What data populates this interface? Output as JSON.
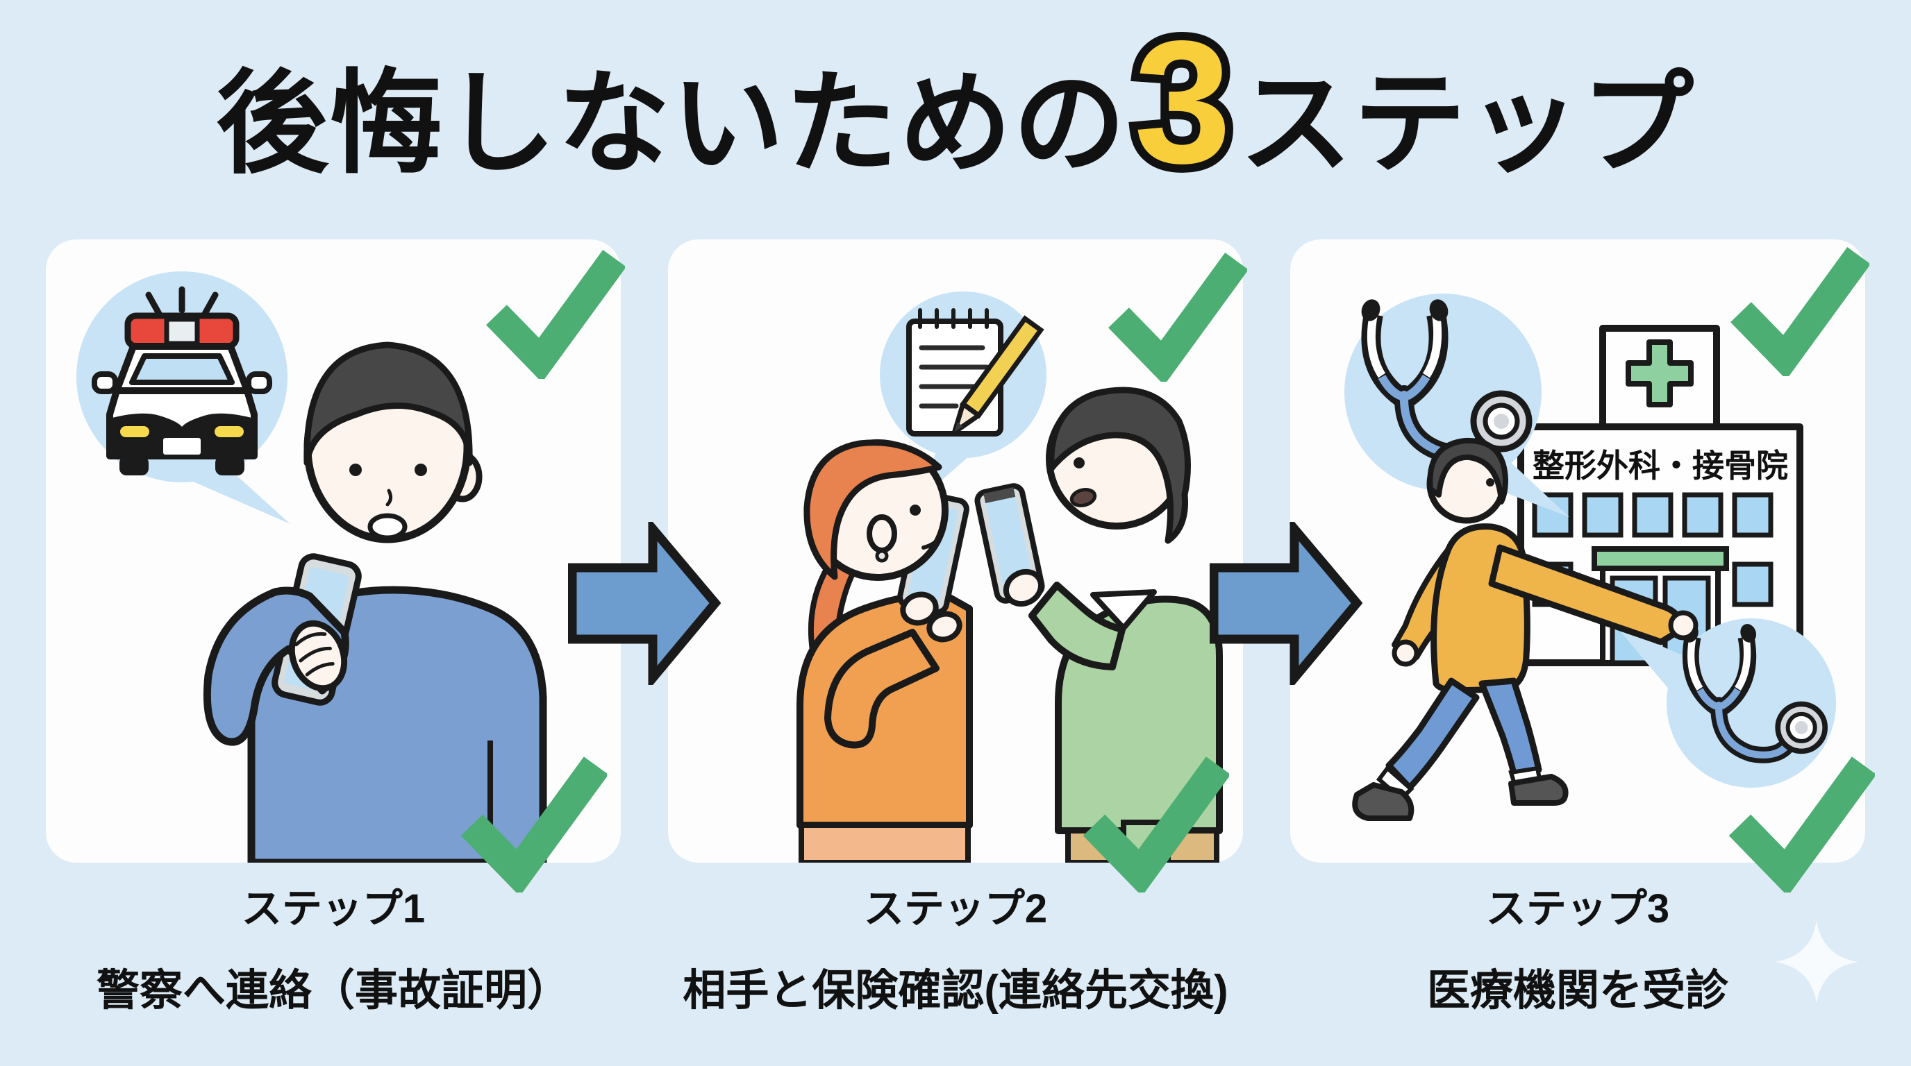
{
  "title": {
    "prefix": "後悔しないための",
    "number": "3",
    "suffix": "ステップ"
  },
  "steps": [
    {
      "label": "ステップ1",
      "description": "警察へ連絡（事故証明）",
      "bubble_icon": "police-car-icon",
      "illustration": "man-calling-police-on-smartphone"
    },
    {
      "label": "ステップ2",
      "description": "相手と保険確認(連絡先交換)",
      "bubble_icon": "notepad-pencil-icon",
      "illustration": "two-people-exchanging-contacts-on-smartphones"
    },
    {
      "label": "ステップ3",
      "description": "医療機関を受診",
      "bubble_icon": "stethoscope-icon",
      "building_sign": "整形外科・接骨院",
      "illustration": "man-walking-to-orthopedic-clinic"
    }
  ],
  "decorations": {
    "checkmarks_per_step": 2,
    "check_icon": "checkmark-icon",
    "arrow_icon": "arrow-right-icon",
    "sparkle_icon": "sparkle-icon"
  },
  "colors": {
    "background": "#dcebf6",
    "panel": "#fdfdfe",
    "check_green": "#4cae72",
    "arrow_blue": "#6d9ccf",
    "number_yellow": "#f8cf3a",
    "bubble_blue": "#c8e3f6",
    "outline_black": "#1a1a1a",
    "sweater_blue": "#7b9fd0",
    "sweater_orange": "#f0a050",
    "sweater_green": "#abd3a4",
    "sweater_yellow": "#f0b54a",
    "jeans_blue": "#6f9ad3",
    "clinic_green": "#8fd0a0",
    "window_blue": "#a9d6f2"
  }
}
